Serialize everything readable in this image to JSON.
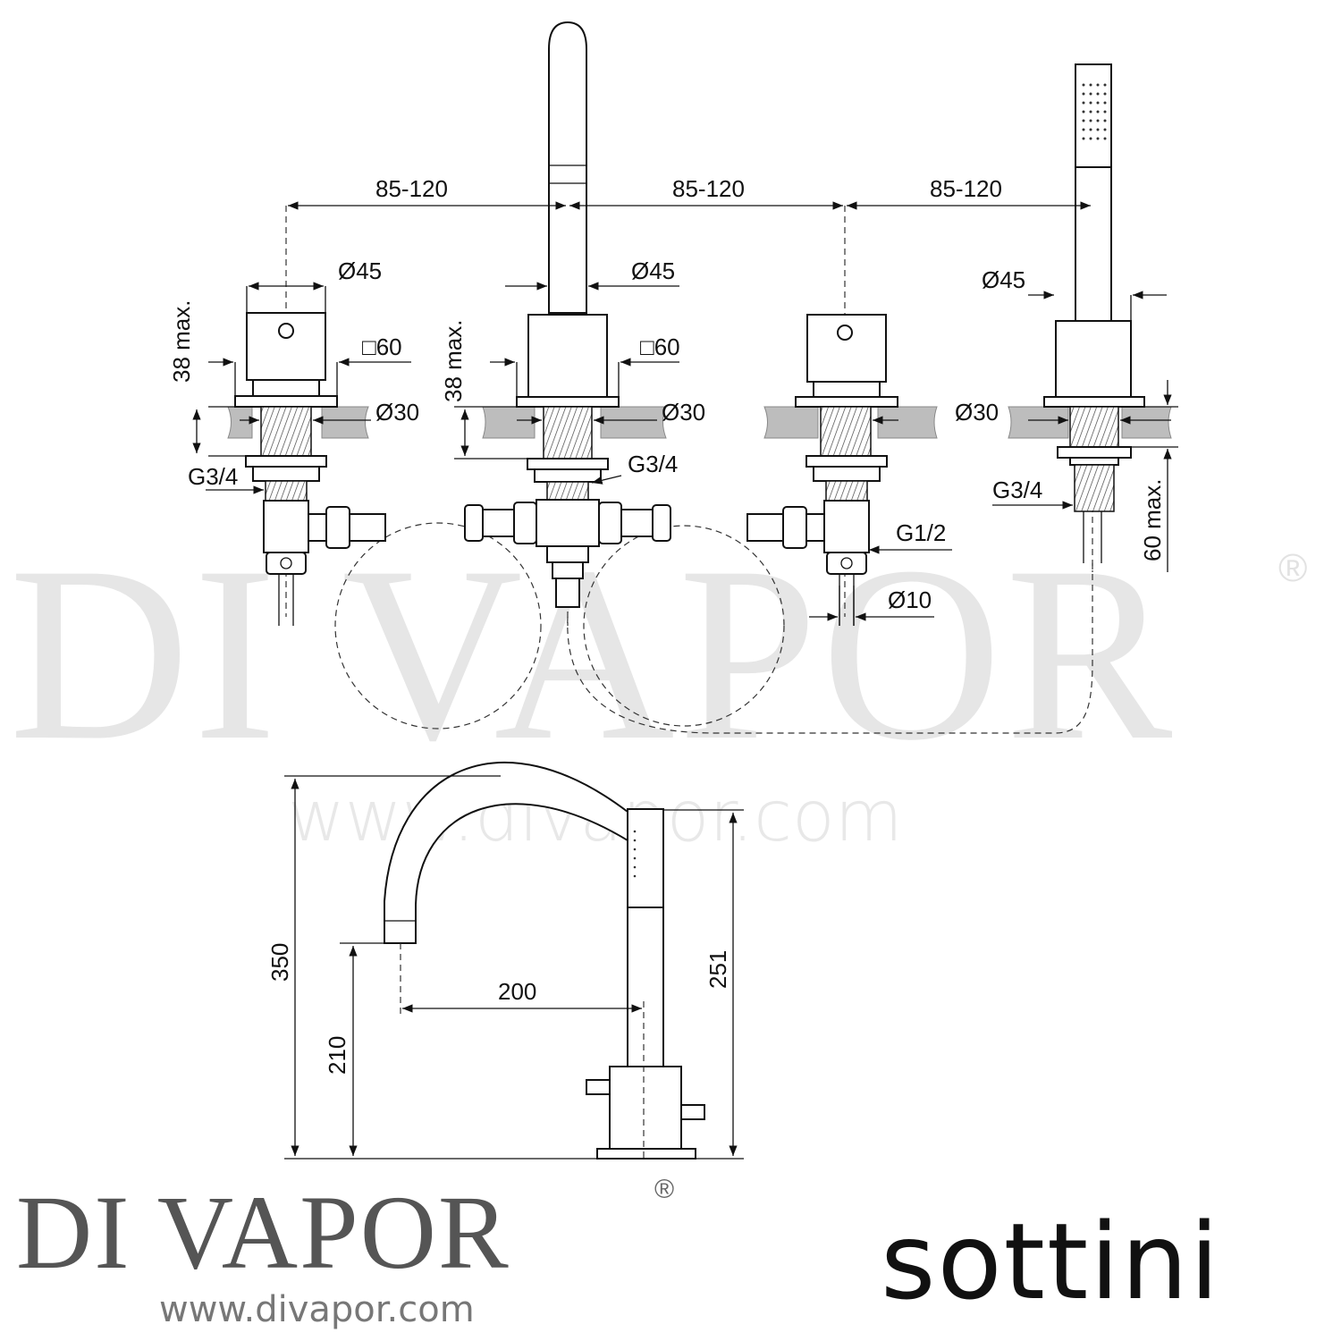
{
  "watermark": {
    "big_text": "DI VAPOR",
    "registered_mark": "®",
    "url": "www.divapor.com"
  },
  "brand": {
    "logo_text": "DI VAPOR",
    "registered_mark": "®",
    "url": "www.divapor.com",
    "manufacturer": "sottini"
  },
  "dimensions": {
    "spacing_left": "85-120",
    "spacing_middle": "85-120",
    "spacing_right": "85-120",
    "diam_45_a": "Ø45",
    "diam_45_b": "Ø45",
    "diam_45_c": "Ø45",
    "square_60_a": "□60",
    "square_60_b": "□60",
    "max_38_a": "38 max.",
    "max_38_b": "38 max.",
    "diam_30_a": "Ø30",
    "diam_30_b": "Ø30",
    "diam_30_c": "Ø30",
    "thread_g34_a": "G3/4",
    "thread_g34_b": "G3/4",
    "thread_g34_c": "G3/4",
    "thread_g12": "G1/2",
    "diam_10": "Ø10",
    "max_60": "60 max.",
    "height_350": "350",
    "height_210": "210",
    "reach_200": "200",
    "height_251": "251"
  },
  "colors": {
    "line": "#111111",
    "deck": "#bdbdbd",
    "watermark": "#e6e6e6",
    "brand_grey": "#555555"
  }
}
